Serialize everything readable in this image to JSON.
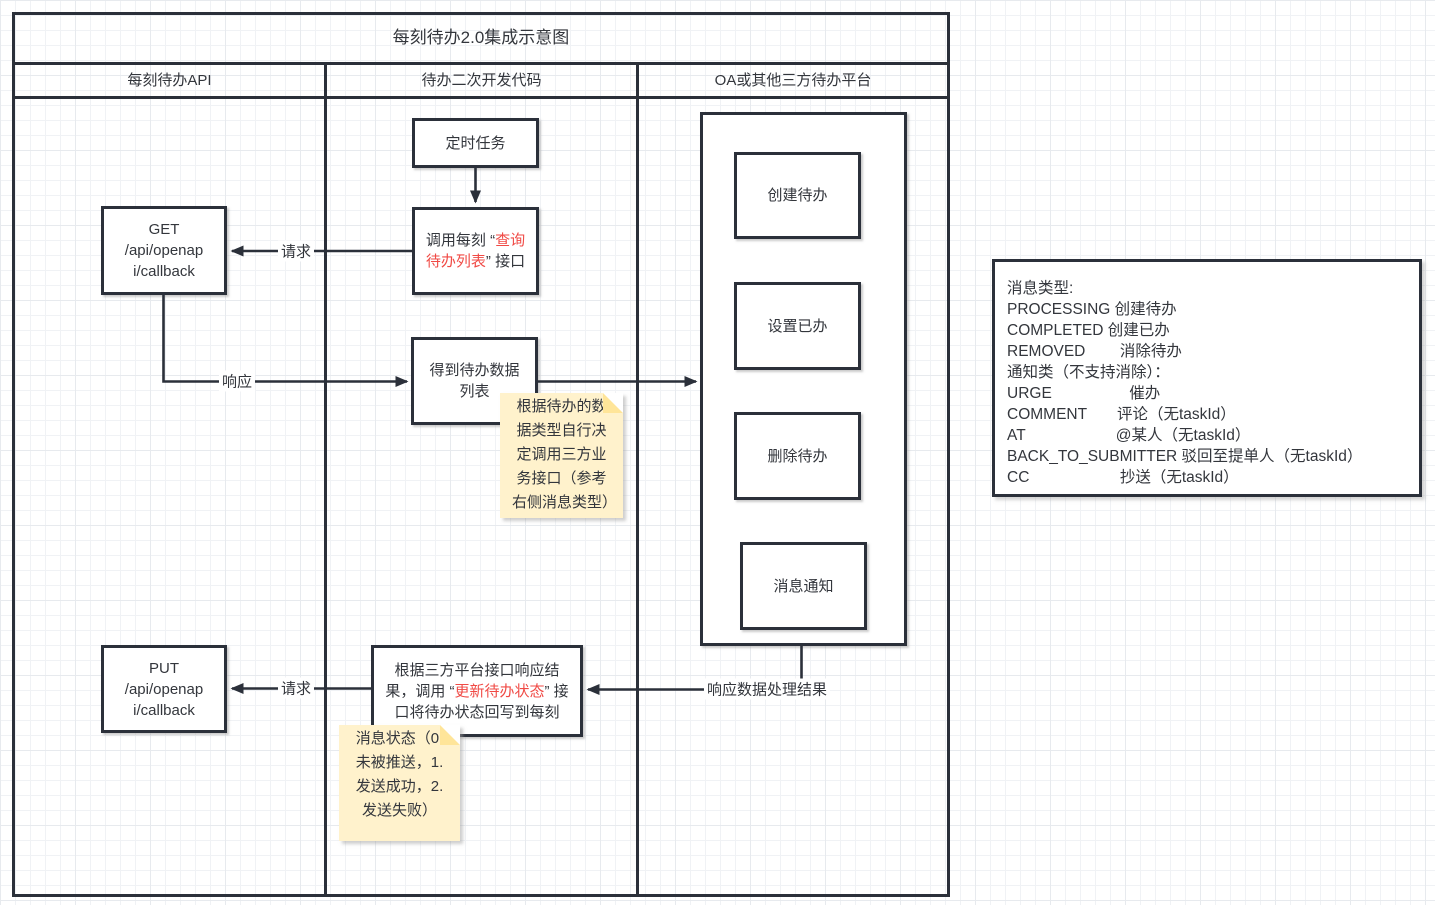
{
  "diagram": {
    "title": "每刻待办2.0集成示意图",
    "lanes": [
      {
        "label": "每刻待办API"
      },
      {
        "label": "待办二次开发代码"
      },
      {
        "label": "OA或其他三方待办平台"
      }
    ],
    "nodes": {
      "timer_task": "定时任务",
      "call_query_prefix": "调用每刻 “",
      "call_query_red": "查询待办列表",
      "call_query_suffix": "” 接口",
      "get_endpoint": "GET\n/api/openap\ni/callback",
      "todo_data_list": "得到待办数据\n列表",
      "oa_create": "创建待办",
      "oa_set_done": "设置已办",
      "oa_delete": "删除待办",
      "oa_notify": "消息通知",
      "put_endpoint": "PUT\n/api/openap\ni/callback",
      "update_prefix": "根据三方平台接口响应结果，调用 “",
      "update_red": "更新待办状态",
      "update_suffix": "” 接口将待办状态回写到每刻"
    },
    "edge_labels": {
      "request_top": "请求",
      "response_top": "响应",
      "request_bottom": "请求",
      "response_bottom": "响应数据处理结果"
    },
    "notes": {
      "data_type": "根据待办的数据类型自行决定调用三方业务接口（参考右侧消息类型）",
      "message_status": "消息状态（0.未被推送，1.发送成功，2.发送失败）"
    },
    "colors": {
      "stroke": "#2b303a",
      "red_text": "#f04a45",
      "note_bg": "#fff2cc",
      "note_fold": "#ffe599"
    }
  },
  "side_panel": {
    "lines": [
      "消息类型:",
      "PROCESSING 创建待办",
      "COMPLETED 创建已办",
      "REMOVED        消除待办",
      "通知类（不支持消除）：",
      "URGE                  催办",
      "COMMENT       评论（无taskId）",
      "AT                     @某人（无taskId）",
      "BACK_TO_SUBMITTER 驳回至提单人（无taskId）",
      "CC                     抄送（无taskId）"
    ]
  }
}
